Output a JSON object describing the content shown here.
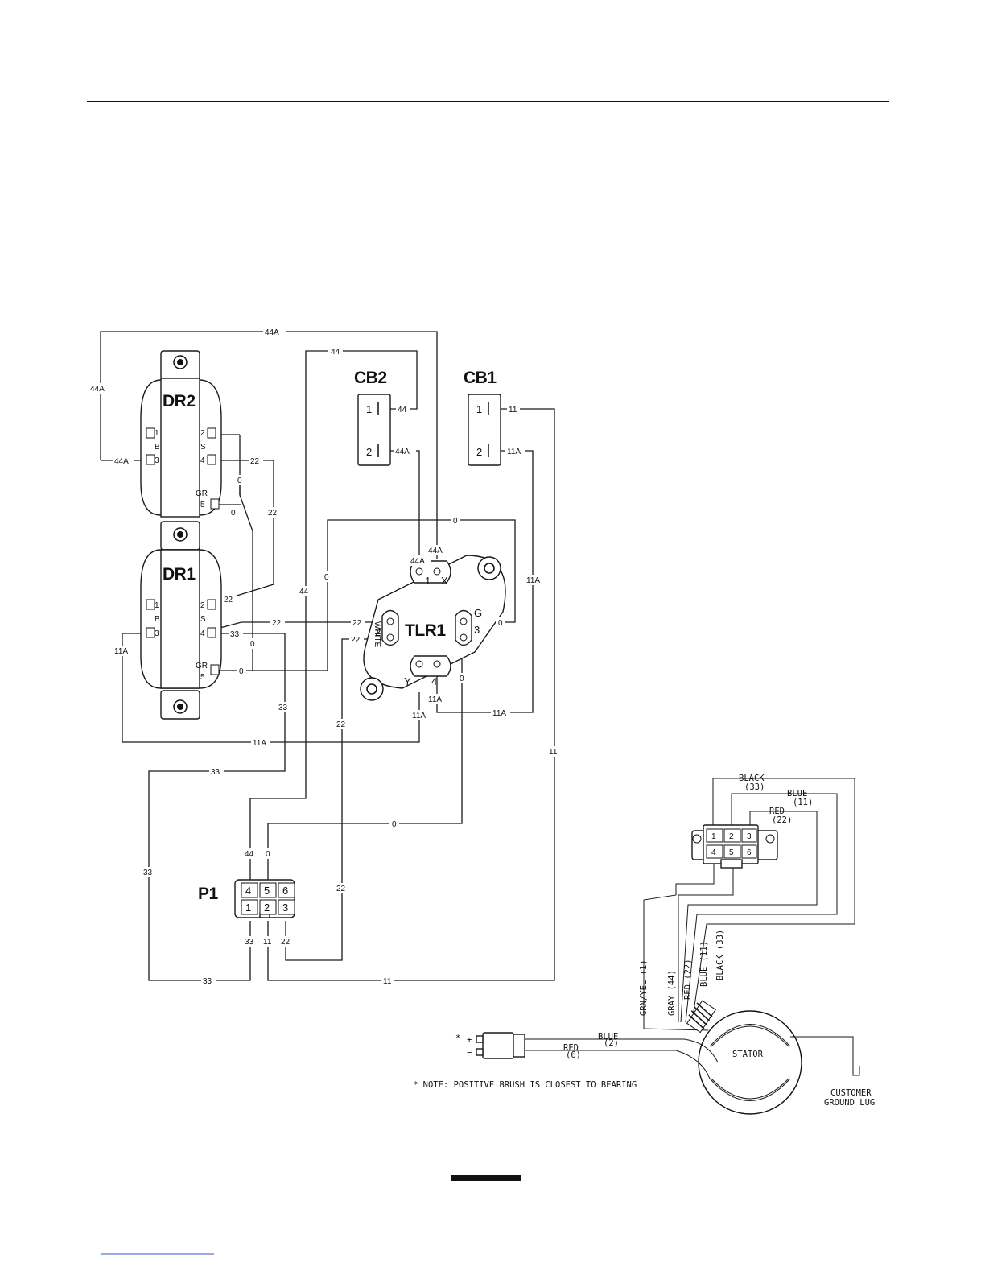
{
  "components": {
    "dr2": "DR2",
    "dr1": "DR1",
    "cb2": "CB2",
    "cb1": "CB1",
    "tlr1": "TLR1",
    "p1": "P1",
    "stator": "STATOR"
  },
  "terminals": {
    "dr_1": "1",
    "dr_b": "B",
    "dr_3": "3",
    "dr_2": "2",
    "dr_s": "S",
    "dr_4": "4",
    "dr_gr": "GR",
    "dr_5": "5",
    "cb_1": "1",
    "cb_2": "2",
    "tlr_1": "1",
    "tlr_x": "X",
    "tlr_2": "2",
    "tlr_white": "WHITE",
    "tlr_3": "3",
    "tlr_g": "G",
    "tlr_4": "4",
    "tlr_y": "Y",
    "p1_pins": [
      "4",
      "5",
      "6",
      "1",
      "2",
      "3"
    ],
    "plug_pins": [
      "1",
      "2",
      "3",
      "4",
      "5",
      "6"
    ],
    "brush_pos": "+",
    "brush_neg": "−",
    "brush_mark": "*"
  },
  "wires": {
    "w44a": "44A",
    "w44": "44",
    "w22": "22",
    "w0": "0",
    "w33": "33",
    "w11a": "11A",
    "w11": "11"
  },
  "stator_leads": {
    "black_33": "BLACK (33)",
    "blue_11": "BLUE (11)",
    "red_22": "RED (22)",
    "gray_44": "GRAY (44)",
    "grn_yel_1": "GRN/YEL (1)",
    "black": "BLACK",
    "n33": "(33)",
    "blue": "BLUE",
    "n11": "(11)",
    "red": "RED",
    "n22": "(22)",
    "brush_blue": "BLUE",
    "brush_n2": "(2)",
    "brush_red": "RED",
    "brush_n6": "(6)"
  },
  "notes": {
    "brush_note": "* NOTE: POSITIVE BRUSH IS CLOSEST TO BEARING",
    "ground_1": "CUSTOMER",
    "ground_2": "GROUND LUG"
  }
}
